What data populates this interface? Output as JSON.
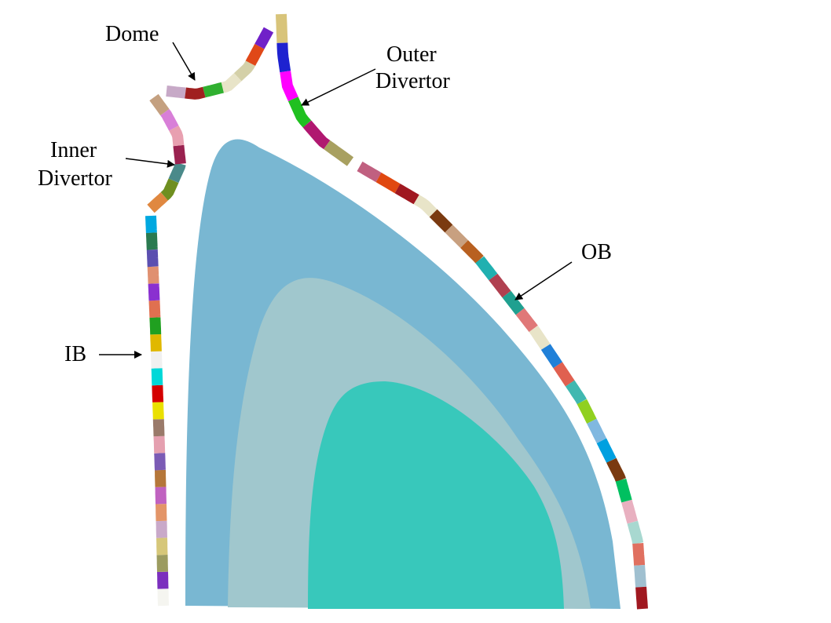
{
  "labels": {
    "dome": "Dome",
    "outer_divertor_1": "Outer",
    "outer_divertor_2": "Divertor",
    "inner_divertor_1": "Inner",
    "inner_divertor_2": "Divertor",
    "ob": "OB",
    "ib": "IB"
  },
  "colors": {
    "plasma_outer": "#79b7d2",
    "plasma_middle": "#a0c7cd",
    "plasma_core": "#38c8bb",
    "arrow": "#000000"
  },
  "segments": {
    "ib": [
      "#f5f5f0",
      "#7b2fbe",
      "#9c9c60",
      "#d6c779",
      "#c9a9c9",
      "#e39568",
      "#c062c0",
      "#b5773a",
      "#7b5bb5",
      "#e5a0b0",
      "#9a7a6a",
      "#eae000",
      "#d40000",
      "#00d8d8",
      "#f0f0f0",
      "#e0b800",
      "#20a020",
      "#e07050",
      "#8a30d0",
      "#e09070",
      "#5b4fb0",
      "#2a7a50",
      "#00a8e0"
    ],
    "inner_divertor": [
      "#e08840",
      "#6f8f20",
      "#4a8a8a",
      "#9a2250",
      "#e8a0b0",
      "#d87fd8",
      "#c4a080"
    ],
    "dome": [
      "#c7a9c7",
      "#a02020",
      "#30b030",
      "#e8e4c8",
      "#d4d0a8",
      "#e04818",
      "#7020c8"
    ],
    "outer_divertor": [
      "#d8c47a",
      "#1e22d0",
      "#ff00ff",
      "#20c020",
      "#b01870",
      "#a8a060"
    ],
    "ob": [
      "#c06080",
      "#e04810",
      "#a01820",
      "#e8e4c8",
      "#7a3a10",
      "#c8a080",
      "#b86020",
      "#20b0b0",
      "#b04050",
      "#20a090",
      "#e07878",
      "#e8e4c8",
      "#2080d8",
      "#e06050",
      "#40b8b0",
      "#90d020",
      "#80b8e0",
      "#00a0e0",
      "#7a3a10",
      "#00c060",
      "#e8b0c0",
      "#a8d8d0",
      "#e07060",
      "#a0c0d0",
      "#a01820"
    ]
  }
}
